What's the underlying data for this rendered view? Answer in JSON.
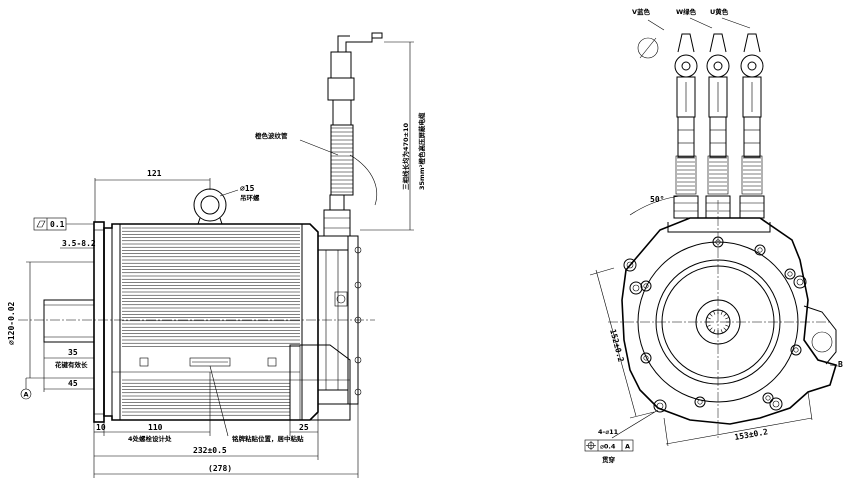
{
  "side_view": {
    "dim_121": "121",
    "dim_110": "110",
    "dim_232": "232±0.5",
    "dim_278": "(278)",
    "dim_10": "10",
    "dim_25": "25",
    "dim_35": "35",
    "dim_45": "45",
    "dim_35_gap": "3.5-8.2",
    "dia_shaft": "⌀120-0.02",
    "flatness_value": "0.1",
    "datum_a": "A",
    "lifting_dia": "⌀15",
    "lifting_note": "吊环螺",
    "note_4holes": "4处螺栓设计处",
    "note_shaft": "花键有效长",
    "note_label": "铭牌粘贴位置，居中粘贴",
    "note_cable_sleeve": "橙色波纹管",
    "note_cable_length": "三相线长均为470±10",
    "note_cable_spec": "35mm²橙色高压屏蔽电缆"
  },
  "front_view": {
    "label_v": "V蓝色",
    "label_w": "W绿色",
    "label_u": "U黄色",
    "angle": "50°",
    "dim_152": "152±0.2",
    "dim_153": "153±0.2",
    "holes_note": "4-⌀11",
    "position_tol": "⌀0.4",
    "position_datum": "A",
    "holes_sub": "贯穿",
    "datum_b": "B"
  }
}
